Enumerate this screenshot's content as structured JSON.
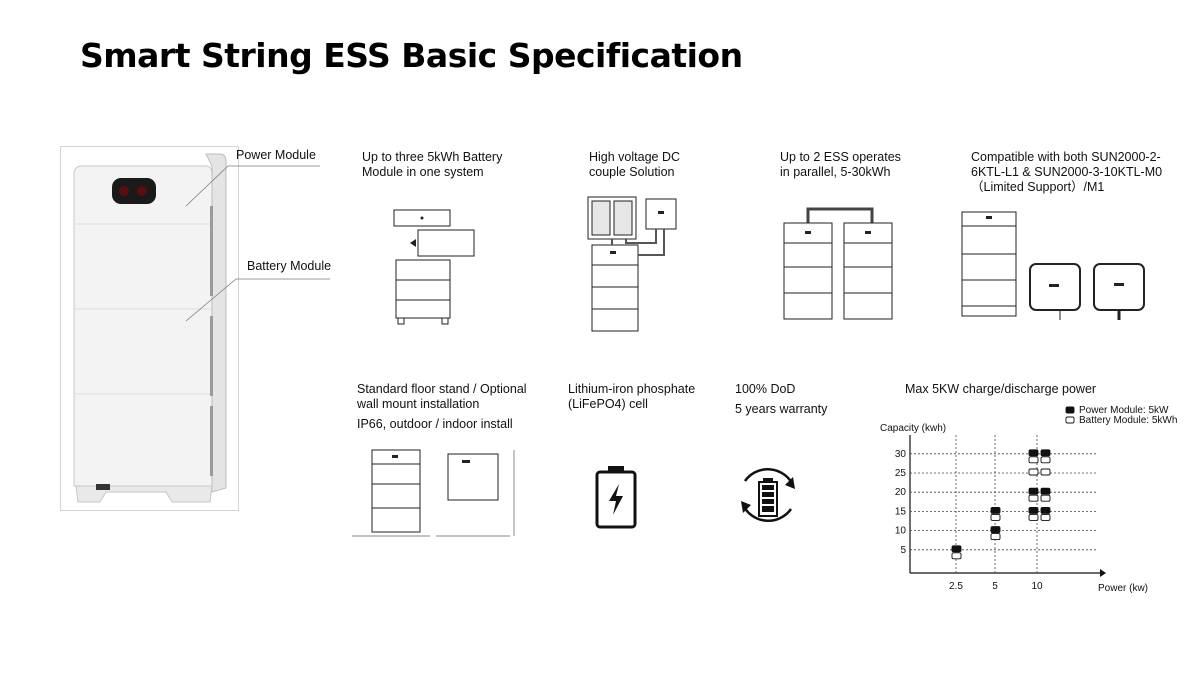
{
  "slide": {
    "title": "Smart String ESS Basic Specification"
  },
  "product": {
    "power_module_label": "Power Module",
    "battery_module_label": "Battery Module"
  },
  "features_top": [
    {
      "lines": [
        "Up to three 5kWh Battery",
        "Module in one system"
      ]
    },
    {
      "lines": [
        "High voltage DC",
        "couple Solution"
      ]
    },
    {
      "lines": [
        "Up to 2 ESS operates",
        "in parallel, 5-30kWh"
      ]
    },
    {
      "lines": [
        "Compatible with both SUN2000-2-",
        "6KTL-L1 & SUN2000-3-10KTL-M0",
        "（Limited Support）/M1"
      ]
    }
  ],
  "features_bottom": [
    {
      "lines": [
        "Standard floor stand / Optional",
        "wall mount installation",
        "IP66, outdoor / indoor install"
      ]
    },
    {
      "lines": [
        "Lithium-iron phosphate",
        "(LiFePO4) cell"
      ]
    },
    {
      "lines": [
        "100% DoD",
        "5 years warranty"
      ]
    },
    {
      "lines": [
        "Max 5KW charge/discharge power"
      ]
    }
  ],
  "icons": [
    "battery-module-stack-icon",
    "dc-coupling-icon",
    "parallel-ess-icon",
    "inverter-compatibility-icon",
    "floor-wall-mount-icon",
    "lifepo4-battery-icon",
    "battery-cycle-icon"
  ],
  "chart_data": {
    "type": "scatter",
    "title": "",
    "xlabel": "Power (kw)",
    "ylabel": "Capacity (kwh)",
    "x_ticks": [
      "2.5",
      "5",
      "10"
    ],
    "y_ticks": [
      "5",
      "10",
      "15",
      "20",
      "25",
      "30"
    ],
    "grid": true,
    "legend_position": "top-right",
    "series": [
      {
        "name": "Power Module: 5kW",
        "marker": "filled-square",
        "points": [
          [
            2.5,
            5
          ],
          [
            5,
            10
          ],
          [
            5,
            15
          ],
          [
            10,
            15
          ],
          [
            10,
            20
          ],
          [
            10,
            30
          ]
        ]
      },
      {
        "name": "Battery Module: 5kWh",
        "marker": "hollow-square",
        "points": [
          [
            2.5,
            5
          ],
          [
            5,
            10
          ],
          [
            5,
            15
          ],
          [
            10,
            15
          ],
          [
            10,
            20
          ],
          [
            10,
            25
          ],
          [
            10,
            30
          ]
        ]
      }
    ]
  }
}
